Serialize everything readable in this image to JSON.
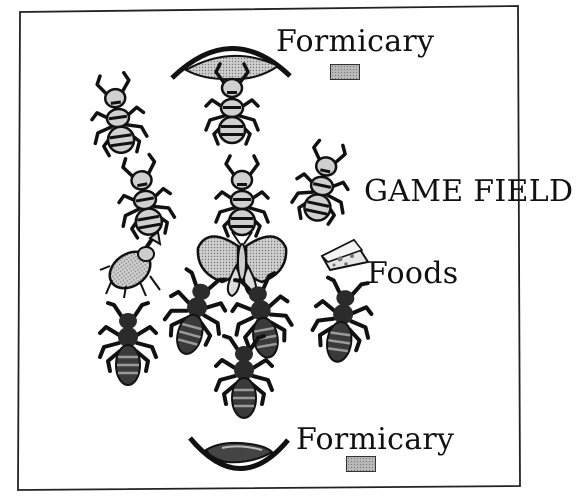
{
  "labels": {
    "formicary_top": "Formicary",
    "game_field": "GAME FIELD",
    "foods": "Foods",
    "formicary_bottom": "Formicary"
  },
  "icons": [
    "formicary-top-icon",
    "formicary-bottom-icon",
    "cheese-icon",
    "butterfly-icon",
    "beetle-icon",
    "ant-icon"
  ],
  "colors": {
    "line": "#111111",
    "body_fill": "#c9c9c9",
    "dark_ant": "#2b2b2b",
    "swatch": "#b9b9b9",
    "cheese": "#e6e6e6"
  }
}
